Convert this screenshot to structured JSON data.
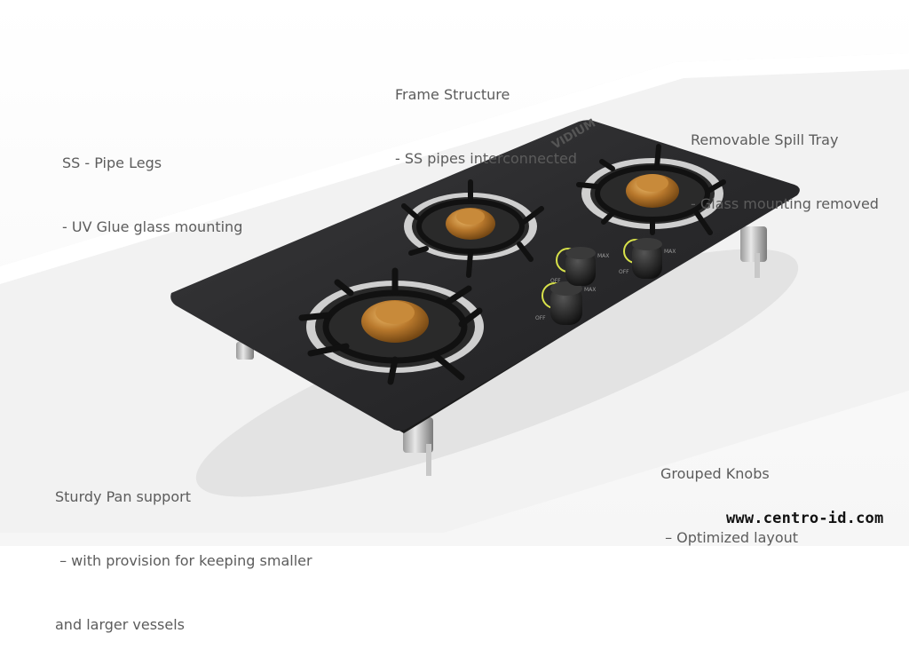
{
  "brand": "VIDIUM",
  "captions": {
    "legs": [
      "SS - Pipe Legs",
      "- UV Glue glass mounting"
    ],
    "frame": [
      "Frame Structure",
      "- SS pipes interconnected"
    ],
    "spill": [
      "Removable Spill Tray",
      "- Glass mounting removed"
    ],
    "knobs": [
      "Grouped Knobs",
      " – Optimized layout"
    ],
    "pan": [
      "Sturdy Pan support",
      " – with provision for keeping smaller",
      "and larger vessels"
    ]
  },
  "website": "www.centro-id.com",
  "knobs": [
    {
      "off": "OFF",
      "max": "MAX"
    },
    {
      "off": "OFF",
      "max": "MAX"
    },
    {
      "off": "OFF",
      "max": "MAX"
    }
  ],
  "colors": {
    "glass": "#2b2b2d",
    "burner": "#b8782c",
    "ring": "#d9d9d9",
    "text": "#5c5c5c"
  }
}
